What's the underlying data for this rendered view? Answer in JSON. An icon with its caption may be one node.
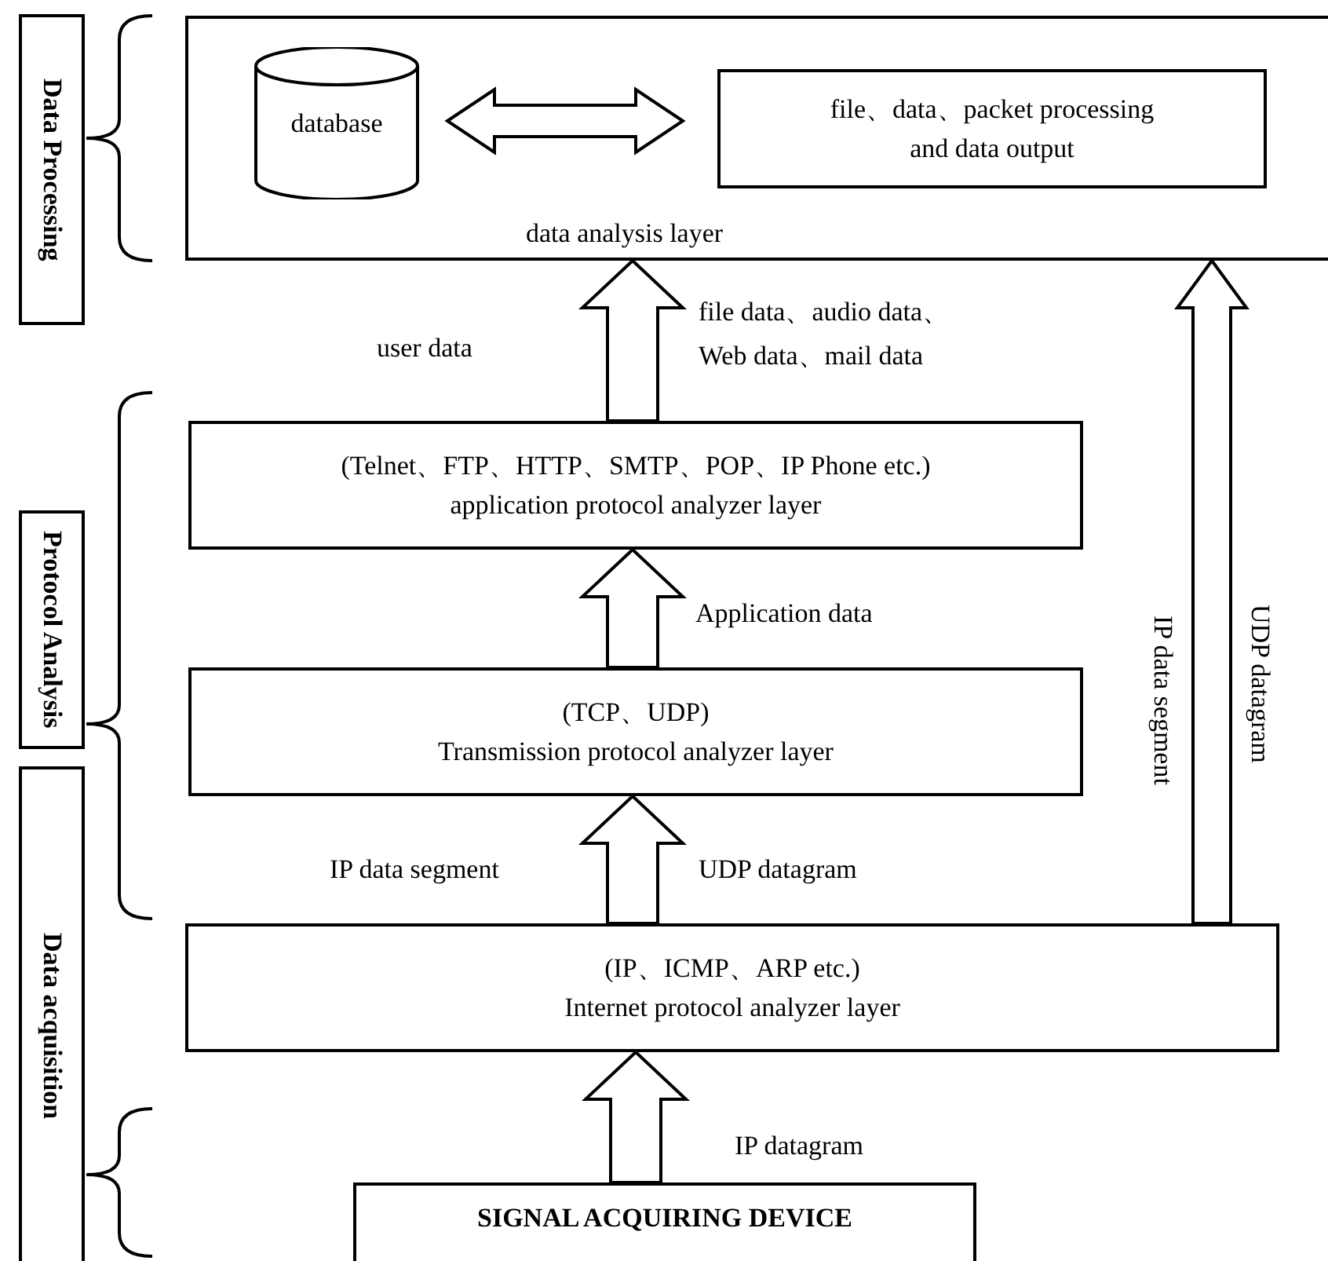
{
  "diagram": {
    "nodes": [
      {
        "text": [
          "Data Processing"
        ]
      },
      {
        "text": [
          "data analysis layer"
        ]
      },
      {
        "text": [
          "database"
        ],
        "in": 1
      },
      {
        "text": [
          "file、data、packet processing and data output"
        ],
        "in": 1
      },
      {
        "text": [
          "(Telnet、FTP、HTTP、SMTP、POP、IP Phone etc.)",
          "application protocol analyzer layer"
        ]
      },
      {
        "text": [
          "Protocol Analysis"
        ]
      },
      {
        "text": [
          "(TCP、UDP)",
          "Transmission protocol analyzer layer"
        ]
      },
      {
        "text": [
          "(IP、ICMP、ARP etc.)",
          "Internet protocol analyzer layer"
        ]
      },
      {
        "text": [
          "Data acquisition"
        ]
      },
      {
        "text": [
          "SIGNAL ACQUIRING DEVICE"
        ]
      }
    ],
    "edges": [
      {
        "from": 2,
        "to": 3,
        "arrow": "both"
      },
      {
        "from": 4,
        "to": 1,
        "arrow": "to",
        "label": "file data、audio data、Web data、mail data"
      },
      {
        "from": 6,
        "to": 4,
        "arrow": "to",
        "label": "Application data"
      },
      {
        "from": 7,
        "to": 6,
        "arrow": "to",
        "label": "UDP datagram"
      },
      {
        "from": 7,
        "to": 1,
        "arrow": "to",
        "label": "UDP datagram"
      },
      {
        "from": 9,
        "to": 7,
        "arrow": "to",
        "label": "IP datagram"
      }
    ],
    "labels": [
      "user data",
      "IP data segment",
      "IP data segment"
    ]
  }
}
